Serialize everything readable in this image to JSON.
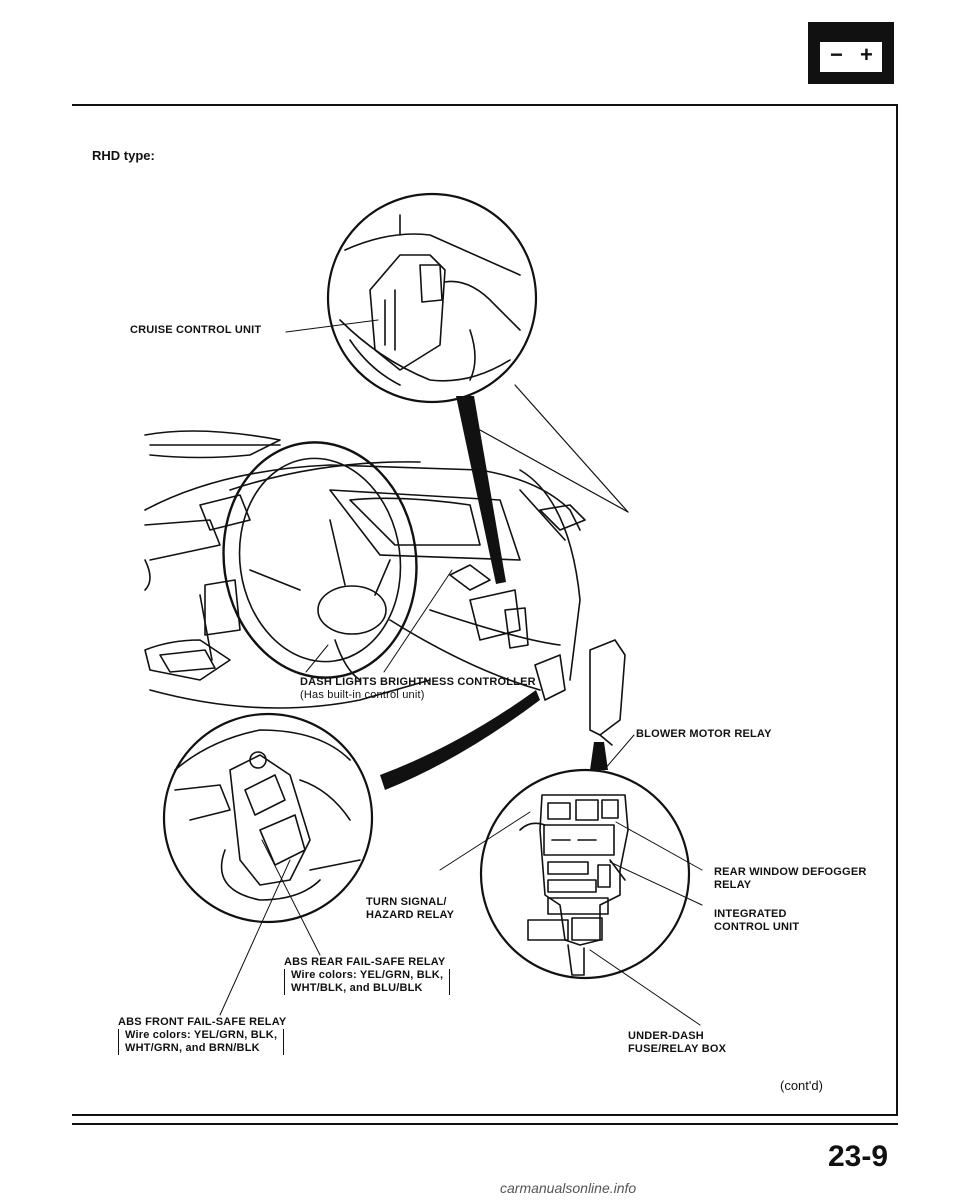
{
  "heading": "RHD type:",
  "labels": {
    "cruise_control": "CRUISE CONTROL UNIT",
    "dash_lights": "DASH LIGHTS BRIGHTNESS CONTROLLER",
    "dash_lights_note": "(Has built-in control unit)",
    "blower_motor": "BLOWER MOTOR RELAY",
    "rear_window_1": "REAR WINDOW DEFOGGER",
    "rear_window_2": "RELAY",
    "integrated_1": "INTEGRATED",
    "integrated_2": "CONTROL UNIT",
    "turn_signal_1": "TURN SIGNAL/",
    "turn_signal_2": "HAZARD RELAY",
    "abs_rear": "ABS REAR FAIL-SAFE RELAY",
    "abs_rear_wire_1": "Wire colors: YEL/GRN, BLK,",
    "abs_rear_wire_2": "WHT/BLK, and BLU/BLK",
    "abs_front": "ABS FRONT FAIL-SAFE RELAY",
    "abs_front_wire_1": "Wire colors: YEL/GRN, BLK,",
    "abs_front_wire_2": "WHT/GRN, and BRN/BLK",
    "under_dash_1": "UNDER-DASH",
    "under_dash_2": "FUSE/RELAY BOX"
  },
  "footer": {
    "contd": "(cont'd)",
    "page_number": "23-9",
    "watermark": "carmanualsonline.info"
  },
  "battery_icon": {
    "minus": "−",
    "plus": "+"
  }
}
